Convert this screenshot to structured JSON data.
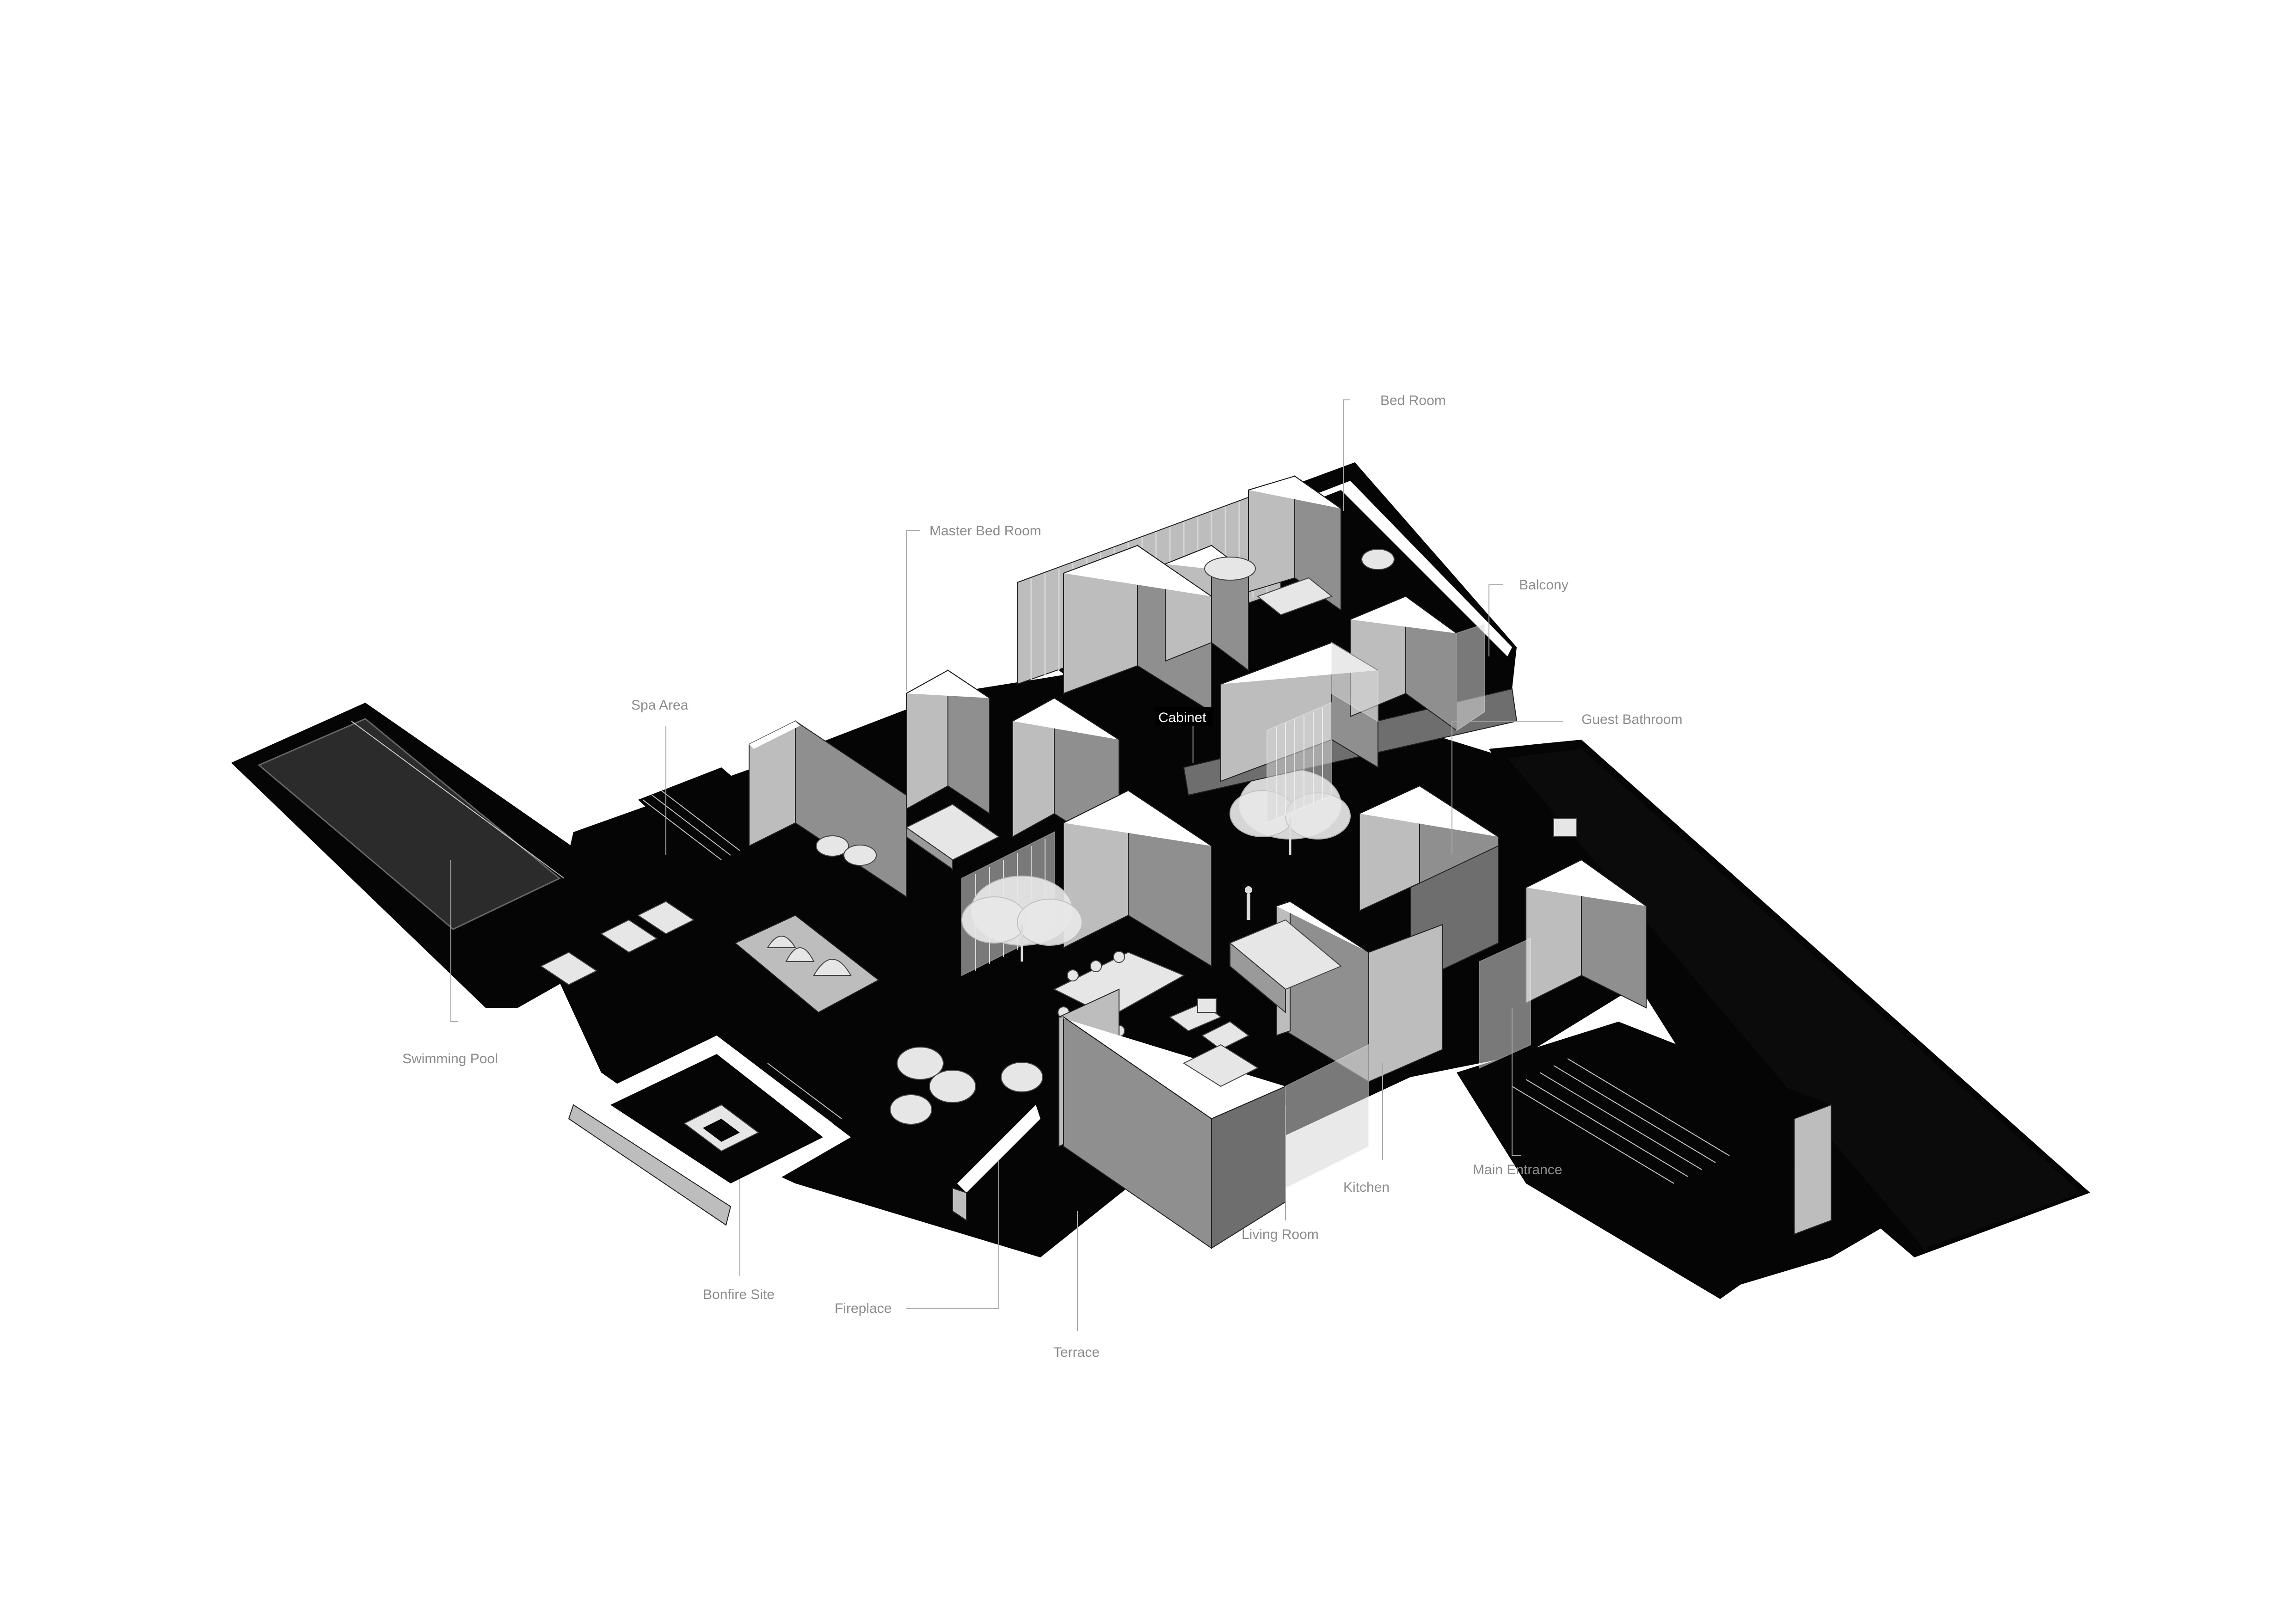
{
  "labels": {
    "bed_room": "Bed Room",
    "master_bed_room": "Master Bed Room",
    "balcony": "Balcony",
    "spa_area": "Spa Area",
    "guest_bathroom": "Guest Bathroom",
    "cabinet": "Cabinet",
    "swimming_pool": "Swimming Pool",
    "kitchen": "Kitchen",
    "main_entrance": "Main Entrance",
    "living_room": "Living Room",
    "bonfire_site": "Bonfire Site",
    "fireplace": "Fireplace",
    "terrace": "Terrace"
  },
  "colors": {
    "background": "#ffffff",
    "ground": "#050505",
    "label_text": "#8c8c8c",
    "leader_line": "#a8a8a8",
    "wall_light": "#bdbdbd",
    "wall_mid": "#8f8f8f"
  }
}
